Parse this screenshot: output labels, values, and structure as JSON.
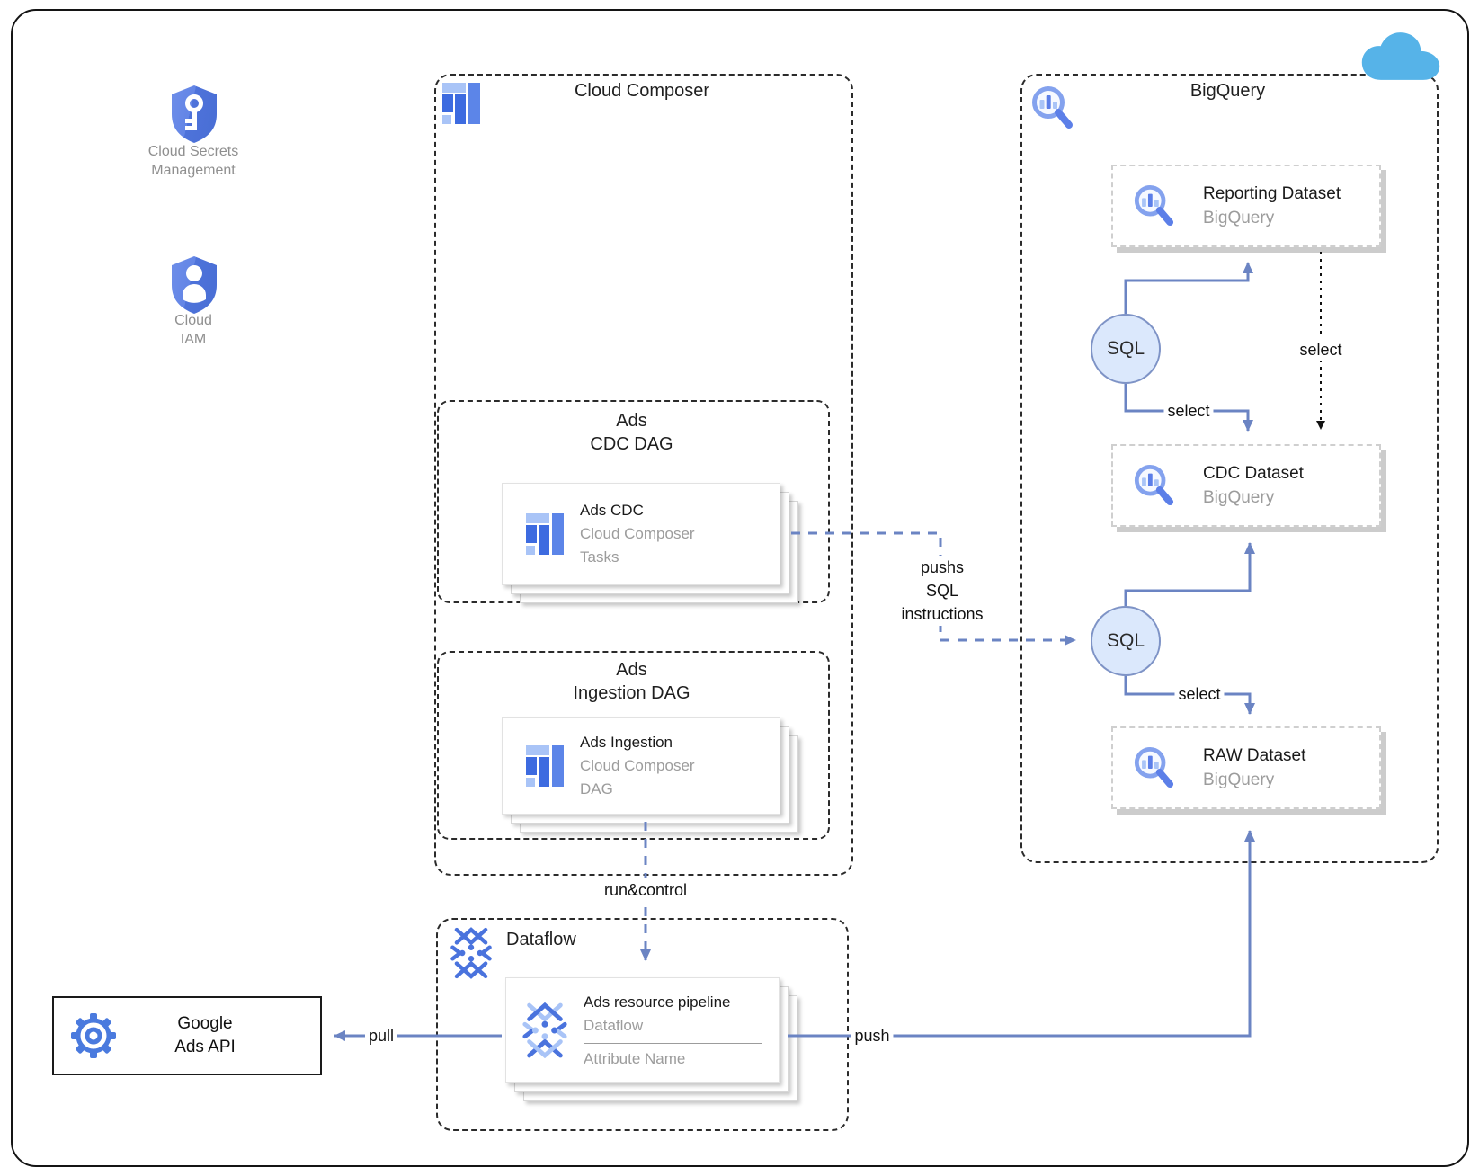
{
  "diagram": {
    "left_services": [
      {
        "icon": "shield-key-icon",
        "line1": "Cloud Secrets",
        "line2": "Management"
      },
      {
        "icon": "shield-person-icon",
        "line1": "Cloud",
        "line2": "IAM"
      }
    ],
    "composer": {
      "title": "Cloud Composer",
      "cdc_dag": {
        "title_line1": "Ads",
        "title_line2": "CDC DAG",
        "card": {
          "title": "Ads CDC",
          "subtitle1": "Cloud Composer",
          "subtitle2": "Tasks"
        }
      },
      "ingestion_dag": {
        "title_line1": "Ads",
        "title_line2": "Ingestion DAG",
        "card": {
          "title": "Ads Ingestion",
          "subtitle1": "Cloud Composer",
          "subtitle2": "DAG"
        }
      }
    },
    "bigquery": {
      "title": "BigQuery",
      "datasets": [
        {
          "title": "Reporting Dataset",
          "subtitle": "BigQuery"
        },
        {
          "title": "CDC Dataset",
          "subtitle": "BigQuery"
        },
        {
          "title": "RAW Dataset",
          "subtitle": "BigQuery"
        }
      ],
      "sql1": "SQL",
      "sql2": "SQL"
    },
    "dataflow": {
      "title": "Dataflow",
      "card": {
        "title": "Ads resource pipeline",
        "subtitle": "Dataflow",
        "attribute": "Attribute Name"
      }
    },
    "google_ads": {
      "line1": "Google",
      "line2": "Ads API"
    },
    "edge_labels": {
      "pushs_line1": "pushs",
      "pushs_line2": "SQL",
      "pushs_line3": "instructions",
      "run_control": "run&control",
      "select_dashed": "select",
      "select_sql1": "select",
      "select_sql2": "select",
      "pull": "pull",
      "push": "push"
    },
    "colors": {
      "arrow_blue": "#6b84c3",
      "icon_blue": "#4a73dd",
      "icon_light_blue": "#a9c4f7",
      "sql_fill": "#dbe8fc",
      "sql_border": "#7e93c6",
      "cloud_blue": "#56b3e8",
      "gray_text": "#9c9c9c"
    }
  }
}
